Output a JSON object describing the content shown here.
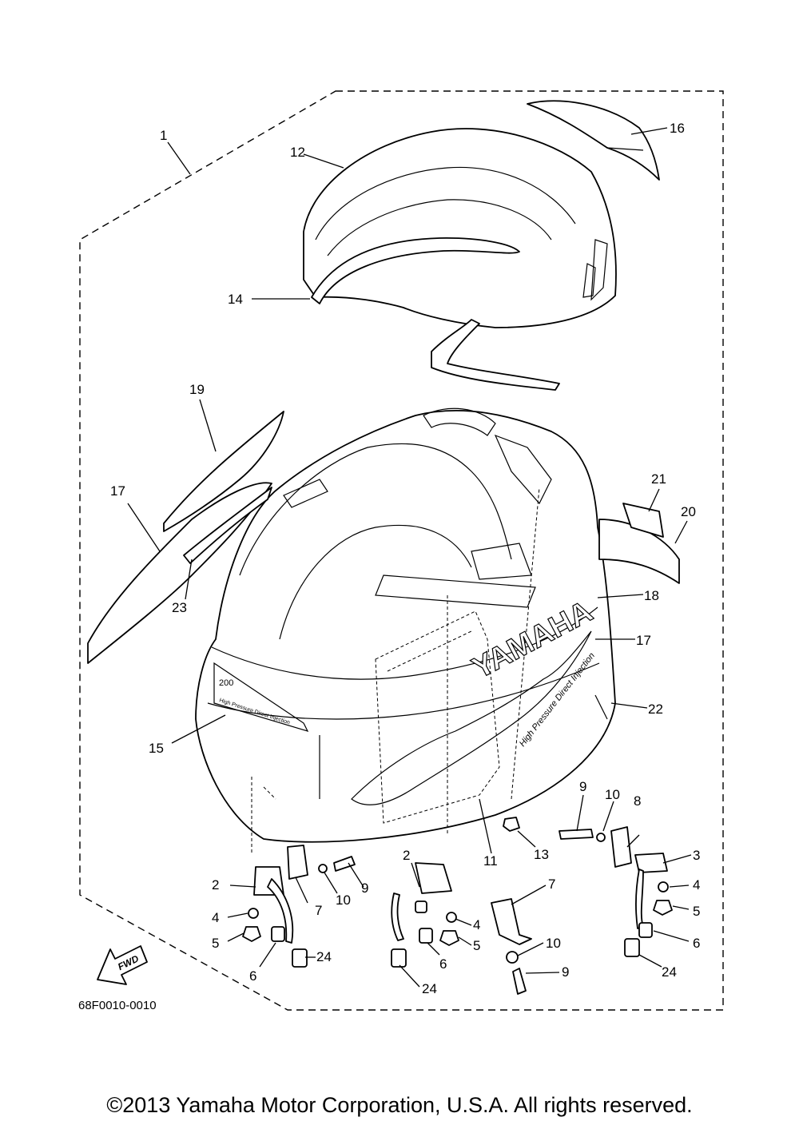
{
  "diagram": {
    "part_callouts": [
      {
        "id": "c1",
        "label": "1"
      },
      {
        "id": "c12",
        "label": "12"
      },
      {
        "id": "c16",
        "label": "16"
      },
      {
        "id": "c14",
        "label": "14"
      },
      {
        "id": "c19",
        "label": "19"
      },
      {
        "id": "c17a",
        "label": "17"
      },
      {
        "id": "c23",
        "label": "23"
      },
      {
        "id": "c21",
        "label": "21"
      },
      {
        "id": "c20",
        "label": "20"
      },
      {
        "id": "c18",
        "label": "18"
      },
      {
        "id": "c17b",
        "label": "17"
      },
      {
        "id": "c22",
        "label": "22"
      },
      {
        "id": "c15",
        "label": "15"
      },
      {
        "id": "c11",
        "label": "11"
      },
      {
        "id": "c13",
        "label": "13"
      },
      {
        "id": "c9a",
        "label": "9"
      },
      {
        "id": "c10a",
        "label": "10"
      },
      {
        "id": "c8",
        "label": "8"
      },
      {
        "id": "c3",
        "label": "3"
      },
      {
        "id": "c4a",
        "label": "4"
      },
      {
        "id": "c5a",
        "label": "5"
      },
      {
        "id": "c6a",
        "label": "6"
      },
      {
        "id": "c24a",
        "label": "24"
      },
      {
        "id": "c2a",
        "label": "2"
      },
      {
        "id": "c4b",
        "label": "4"
      },
      {
        "id": "c5b",
        "label": "5"
      },
      {
        "id": "c6b",
        "label": "6"
      },
      {
        "id": "c7a",
        "label": "7"
      },
      {
        "id": "c10b",
        "label": "10"
      },
      {
        "id": "c9b",
        "label": "9"
      },
      {
        "id": "c2b",
        "label": "2"
      },
      {
        "id": "c4c",
        "label": "4"
      },
      {
        "id": "c5c",
        "label": "5"
      },
      {
        "id": "c6c",
        "label": "6"
      },
      {
        "id": "c24b",
        "label": "24"
      },
      {
        "id": "c7b",
        "label": "7"
      },
      {
        "id": "c10c",
        "label": "10"
      },
      {
        "id": "c9c",
        "label": "9"
      },
      {
        "id": "c24c",
        "label": "24"
      }
    ],
    "decal_brand": "YAMAHA",
    "decal_tagline": "High Pressure Direct Injection",
    "decal_model": "200",
    "fwd_label": "FWD",
    "drawing_code": "68F0010-0010"
  },
  "footer": {
    "copyright": "©2013 Yamaha Motor Corporation, U.S.A. All rights reserved."
  }
}
